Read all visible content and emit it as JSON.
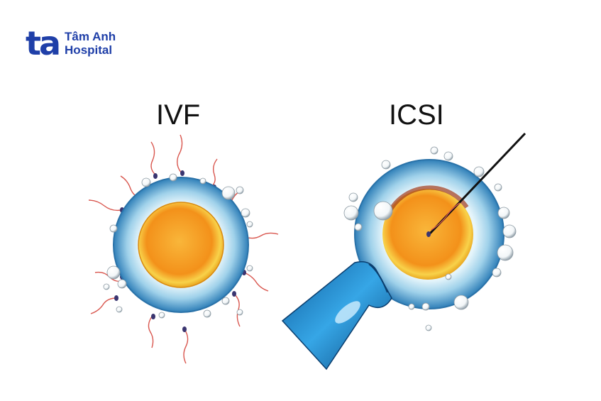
{
  "brand": {
    "mark": "ta",
    "line1": "Tâm Anh",
    "line2": "Hospital",
    "color": "#1f3fa8"
  },
  "panels": [
    {
      "id": "ivf",
      "title": "IVF"
    },
    {
      "id": "icsi",
      "title": "ICSI"
    }
  ],
  "colors": {
    "zona_outer": "#3d8fc4",
    "zona_inner": "#bfe3f2",
    "yolk": "#f39a1a",
    "yolk_core": "#f7b335",
    "sperm": "#d9574f",
    "sperm_head": "#3a3570",
    "pipette": "#1b78c0"
  }
}
